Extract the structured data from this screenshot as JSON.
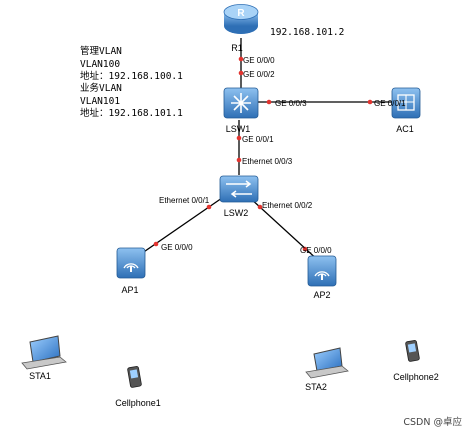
{
  "devices": {
    "r1": {
      "label": "R1",
      "ip": "192.168.101.2"
    },
    "lsw1": {
      "label": "LSW1"
    },
    "ac1": {
      "label": "AC1"
    },
    "lsw2": {
      "label": "LSW2"
    },
    "ap1": {
      "label": "AP1"
    },
    "ap2": {
      "label": "AP2"
    },
    "sta1": {
      "label": "STA1"
    },
    "sta2": {
      "label": "STA2"
    },
    "cell1": {
      "label": "Cellphone1"
    },
    "cell2": {
      "label": "Cellphone2"
    }
  },
  "ports": {
    "r1_lsw1_a": "GE 0/0/0",
    "r1_lsw1_b": "GE 0/0/2",
    "lsw1_ac1_a": "GE 0/0/3",
    "lsw1_ac1_b": "GE 0/0/1",
    "lsw1_lsw2_a": "GE 0/0/1",
    "lsw1_lsw2_b": "Ethernet 0/0/3",
    "lsw2_ap1_a": "Ethernet 0/0/1",
    "lsw2_ap1_b": "GE 0/0/0",
    "lsw2_ap2_a": "Ethernet 0/0/2",
    "lsw2_ap2_b": "GE 0/0/0"
  },
  "notes": {
    "mgmt_title": "管理VLAN",
    "mgmt_vlan": "VLAN100",
    "mgmt_addr": "地址：192.168.100.1",
    "svc_title": "业务VLAN",
    "svc_vlan": "VLAN101",
    "svc_addr": "地址：192.168.101.1"
  },
  "watermark": "CSDN @卓应",
  "colors": {
    "device_blue": "#2e6fb5",
    "link_point": "#e3342f"
  }
}
